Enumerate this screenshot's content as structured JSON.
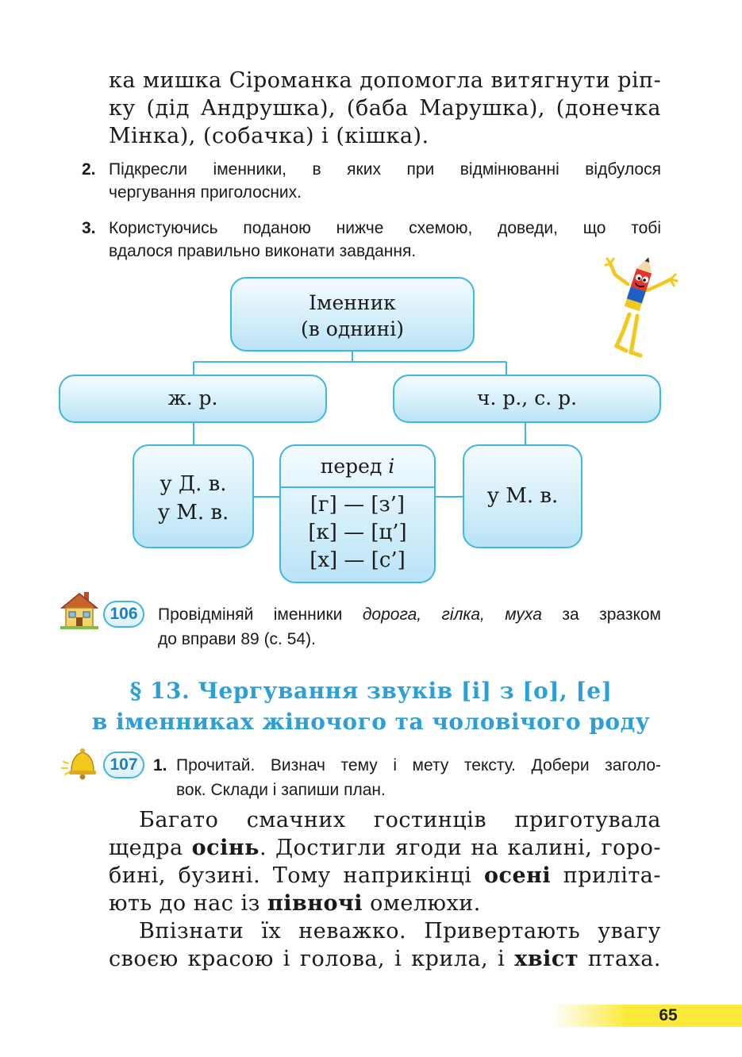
{
  "intro_paragraph": {
    "lines": [
      "ка мишка Сіроманка допомогла витягнути ріп-",
      "ку (дід Андрушка), (баба Марушка), (донечка",
      "Мінка), (собачка) і (кішка)."
    ]
  },
  "task2": {
    "number": "2.",
    "lines": [
      "Підкресли іменники, в яких при відмінюванні відбулося",
      "чергування приголосних."
    ]
  },
  "task3": {
    "number": "3.",
    "lines": [
      "Користуючись поданою нижче схемою, доведи, що тобі",
      "вдалося правильно виконати завдання."
    ]
  },
  "scheme": {
    "root": {
      "line1": "Іменник",
      "line2": "(в однині)"
    },
    "left": {
      "label": "ж. р."
    },
    "right": {
      "label": "ч. р., с. р."
    },
    "left_child": {
      "line1": "у Д. в.",
      "line2": "у М. в."
    },
    "middle": {
      "header_text": "перед ",
      "header_italic": "і",
      "rows": [
        "[г] — [з’]",
        "[к] — [ц’]",
        "[х] — [с’]"
      ]
    },
    "right_child": {
      "label": "у М. в."
    }
  },
  "exercise106": {
    "number": "106",
    "text_before": "Провідміняй іменники ",
    "text_italic": "дорога, гілка, муха",
    "text_after": " за зразком",
    "line2": "до вправи 89 (с. 54).",
    "icon": "house-icon"
  },
  "section_heading": {
    "line1": "§ 13. Чергування звуків [і] з [о], [е]",
    "line2": "в іменниках жіночого та чоловічого роду"
  },
  "exercise107": {
    "number": "107",
    "task_number": "1.",
    "line1": "Прочитай. Визнач тему і мету тексту. Добери заголо-",
    "line2": "вок. Склади і запиши план.",
    "icon": "bell-icon"
  },
  "reading_text": {
    "p1": {
      "l1": "Багато смачних гостинців приготувала",
      "l2a": "щедра ",
      "l2b": "осінь",
      "l2c": ". Достигли ягоди на калині, горо-",
      "l3a": "бині, бузині. Тому наприкінці ",
      "l3b": "осені",
      "l3c": " приліта-",
      "l4a": "ють до нас із ",
      "l4b": "півночі",
      "l4c": " омелюхи."
    },
    "p2": {
      "l1": "Впізнати їх неважко. Привертають увагу",
      "l2a": "своєю красою і голова, і крила, і ",
      "l2b": "хвіст",
      "l2c": " птаха."
    }
  },
  "page_number": "65",
  "colors": {
    "accent_blue": "#3fb6e3",
    "heading_blue": "#2a9fd8",
    "footer_yellow": "#fde93a"
  }
}
